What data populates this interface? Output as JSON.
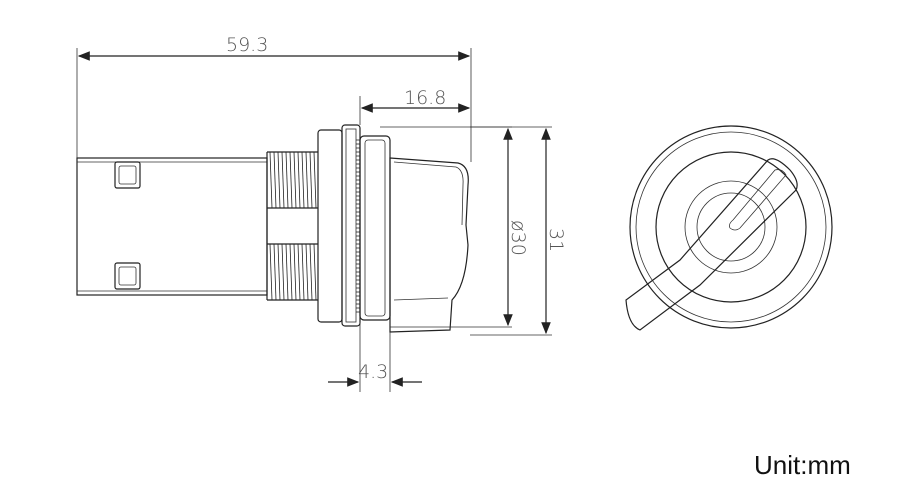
{
  "dimensions": {
    "overall_length": "59.3",
    "knob_length": "16.8",
    "diameter": "ø30",
    "height": "31",
    "panel_gap": "4.3"
  },
  "unit_label": "Unit:mm"
}
